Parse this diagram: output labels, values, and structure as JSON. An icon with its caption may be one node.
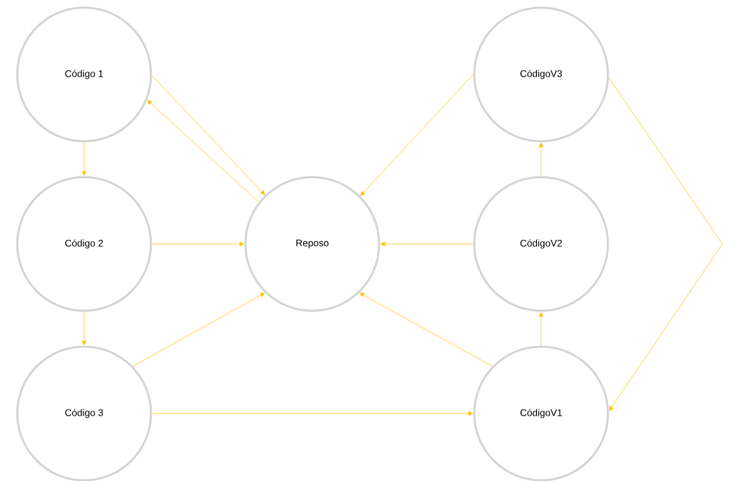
{
  "diagram": {
    "nodes": [
      {
        "text": [
          "Código 1"
        ]
      },
      {
        "text": [
          "Código 2"
        ]
      },
      {
        "text": [
          "Código 3"
        ]
      },
      {
        "text": [
          "Reposo"
        ]
      },
      {
        "text": [
          "CódigoV3"
        ]
      },
      {
        "text": [
          "CódigoV2"
        ]
      },
      {
        "text": [
          "CódigoV1"
        ]
      }
    ],
    "edges": [
      {
        "from": 0,
        "to": 3,
        "arrow": "to"
      },
      {
        "from": 3,
        "to": 0,
        "arrow": "to"
      },
      {
        "from": 0,
        "to": 1,
        "arrow": "to"
      },
      {
        "from": 1,
        "to": 3,
        "arrow": "to"
      },
      {
        "from": 1,
        "to": 2,
        "arrow": "to"
      },
      {
        "from": 2,
        "to": 3,
        "arrow": "to"
      },
      {
        "from": 2,
        "to": 6,
        "arrow": "to"
      },
      {
        "from": 4,
        "to": 3,
        "arrow": "to"
      },
      {
        "from": 5,
        "to": 3,
        "arrow": "to"
      },
      {
        "from": 6,
        "to": 3,
        "arrow": "to"
      },
      {
        "from": 6,
        "to": 5,
        "arrow": "to"
      },
      {
        "from": 5,
        "to": 4,
        "arrow": "to"
      },
      {
        "from": 4,
        "to": 6,
        "arrow": "to"
      }
    ]
  }
}
